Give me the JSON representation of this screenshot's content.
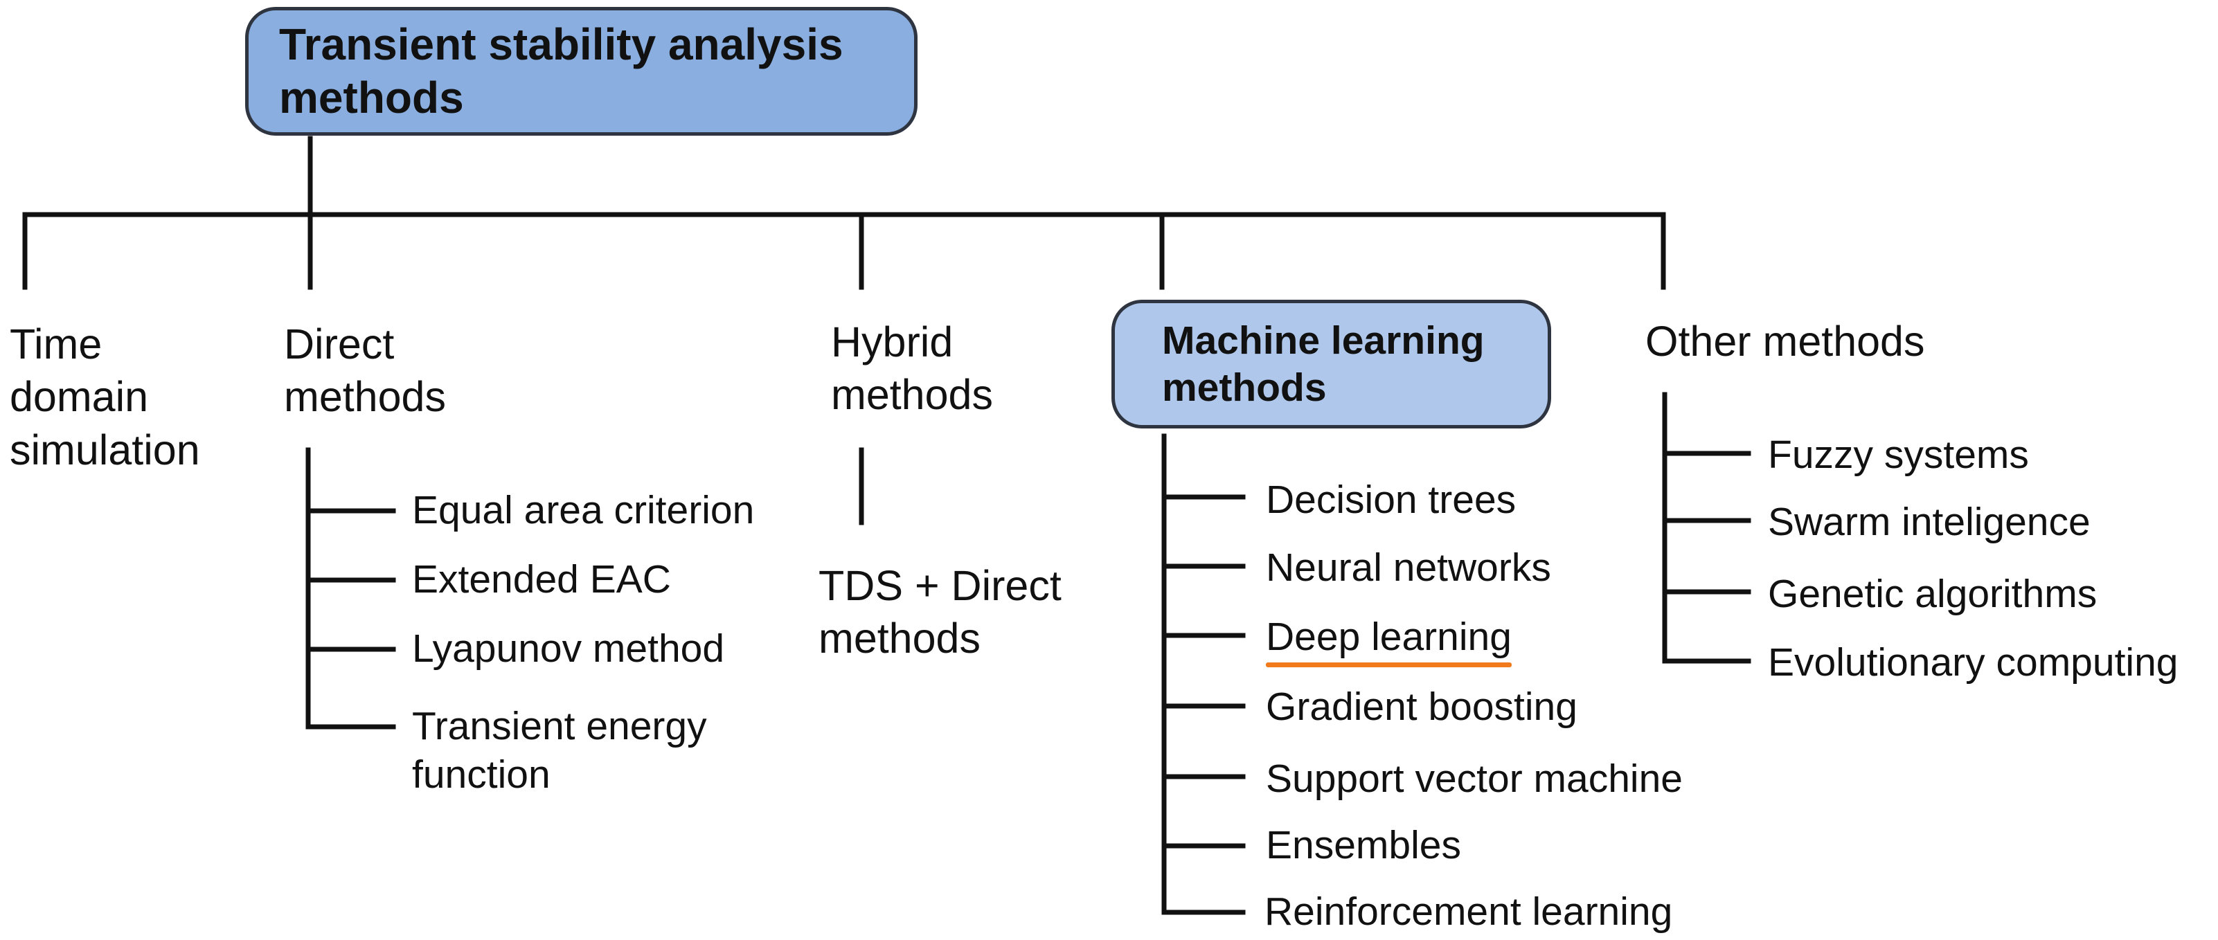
{
  "root": {
    "title": "Transient stability analysis methods"
  },
  "categories": {
    "time_domain": {
      "label": "Time domain simulation"
    },
    "direct": {
      "label": "Direct methods",
      "items": [
        "Equal area criterion",
        "Extended EAC",
        "Lyapunov method",
        "Transient energy function"
      ]
    },
    "hybrid": {
      "label": "Hybrid methods",
      "items": [
        "TDS + Direct methods"
      ]
    },
    "machine_learning": {
      "label": "Machine learning methods",
      "items": [
        "Decision trees",
        "Neural networks",
        "Deep learning",
        "Gradient boosting",
        "Support vector machine",
        "Ensembles",
        "Reinforcement learning"
      ]
    },
    "other": {
      "label": "Other methods",
      "items": [
        "Fuzzy systems",
        "Swarm inteligence",
        "Genetic algorithms",
        "Evolutionary computing"
      ]
    }
  },
  "colors": {
    "root_fill": "#89aedf",
    "ml_fill": "#afc7ea",
    "underline": "#f07a1c"
  }
}
